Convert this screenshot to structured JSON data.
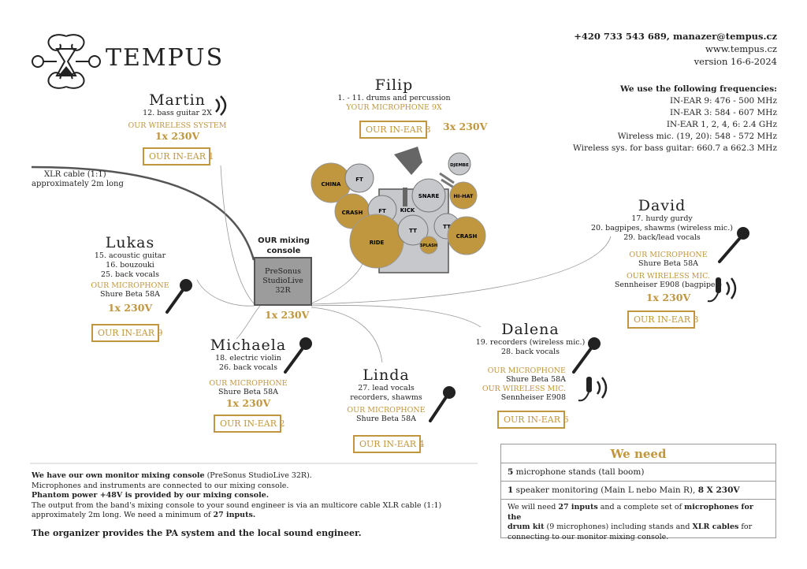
{
  "brand": {
    "name": "TEMPUS"
  },
  "contact": {
    "line1": "+420 733 543 689, manazer@tempus.cz",
    "line2": "www.tempus.cz",
    "line3": "version 16-6-2024"
  },
  "frequencies": {
    "title": "We use the following frequencies:",
    "lines": [
      "IN-EAR 9: 476 - 500 MHz",
      "IN-EAR 3: 584 - 607 MHz",
      "IN-EAR 1, 2, 4, 6: 2.4 GHz",
      "Wireless mic. (19, 20): 548 - 572 MHz",
      "Wireless sys. for bass guitar: 660.7 a 662.3 MHz"
    ]
  },
  "xlr": {
    "line1": "XLR cable (1:1)",
    "line2": "approximately 2m long"
  },
  "console": {
    "title1": "OUR mixing",
    "title2": "console",
    "model1": "PreSonus",
    "model2": "StudioLive",
    "model3": "32R",
    "power": "1x 230V"
  },
  "martin": {
    "name": "Martin",
    "line1": "12. bass guitar 2X",
    "tag": "OUR WIRELESS SYSTEM",
    "power": "1x 230V",
    "inear": "OUR IN-EAR 1"
  },
  "filip": {
    "name": "Filip",
    "line1": "1. - 11. drums and percussion",
    "tag": "YOUR MICROPHONE 9X",
    "inear": "OUR IN-EAR 8",
    "power": "3x 230V"
  },
  "drums": {
    "china": "CHINA",
    "ft1": "FT",
    "crash1": "CRASH",
    "ft2": "FT",
    "ride": "RIDE",
    "kick": "KICK",
    "snare": "SNARE",
    "djembe": "DJEMBE",
    "hihat": "HI-HAT",
    "tt1": "TT",
    "tt2": "TT",
    "crash2": "CRASH",
    "splash": "SPLASH"
  },
  "lukas": {
    "name": "Lukas",
    "line1": "15. acoustic guitar",
    "line2": "16. bouzouki",
    "line3": "25. back vocals",
    "tag": "OUR MICROPHONE",
    "mic": "Shure Beta 58A",
    "power": "1x 230V",
    "inear": "OUR IN-EAR 9"
  },
  "michaela": {
    "name": "Michaela",
    "line1": "18. electric violin",
    "line2": "26. back vocals",
    "tag": "OUR MICROPHONE",
    "mic": "Shure Beta 58A",
    "power": "1x 230V",
    "inear": "OUR IN-EAR 2"
  },
  "linda": {
    "name": "Linda",
    "line1": "27. lead vocals",
    "line2": "recorders, shawms",
    "tag": "OUR MICROPHONE",
    "mic": "Shure Beta 58A",
    "inear": "OUR IN-EAR 4"
  },
  "dalena": {
    "name": "Dalena",
    "line1": "19. recorders (wireless mic.)",
    "line2": "28. back vocals",
    "tag": "OUR MICROPHONE",
    "mic": "Shure Beta 58A",
    "tag2": "OUR WIRELESS MIC.",
    "mic2": "Sennheiser E908",
    "inear": "OUR IN-EAR 6"
  },
  "david": {
    "name": "David",
    "line1": "17. hurdy gurdy",
    "line2": "20. bagpipes, shawms (wireless mic.)",
    "line3": "29. back/lead vocals",
    "tag": "OUR MICROPHONE",
    "mic": "Shure Beta 58A",
    "tag2": "OUR WIRELESS MIC.",
    "mic2": "Sennheiser E908 (bagpipes)",
    "power": "1x 230V",
    "inear": "OUR IN-EAR 3"
  },
  "notes": {
    "p1_bold": "We have our own monitor mixing console",
    "p1_rest": " (PreSonus StudioLive 32R).",
    "p2": "Microphones and instruments are connected to our mixing console.",
    "p3": "Phantom power +48V is provided by our mixing console.",
    "p4a": "The output from the band's mixing console to your sound engineer is via an multicore cable XLR cable (1:1)",
    "p4b": "approximately 2m long. We need a minimum of ",
    "p4_bold": "27 inputs.",
    "organizer": "The organizer provides the PA system and the local sound engineer."
  },
  "need": {
    "title": "We need",
    "r1_num": "5",
    "r1_text": " microphone stands (tall boom)",
    "r2_num": "1",
    "r2_text": " speaker monitoring (Main L nebo Main R), ",
    "r2_bold": "8 X 230V",
    "r3_a": "We will need ",
    "r3_b": "27 inputs",
    "r3_c": " and a complete set of ",
    "r3_d": "microphones for the",
    "r3_e": "drum kit",
    "r3_f": " (9 microphones) including stands and ",
    "r3_g": "XLR cables",
    "r3_h": " for",
    "r3_i": "connecting to our monitor mixing console."
  },
  "colors": {
    "gold": "#c0963e",
    "dark": "#222222",
    "console": "#9c9c9c",
    "drumGray": "#c7c8cc"
  }
}
